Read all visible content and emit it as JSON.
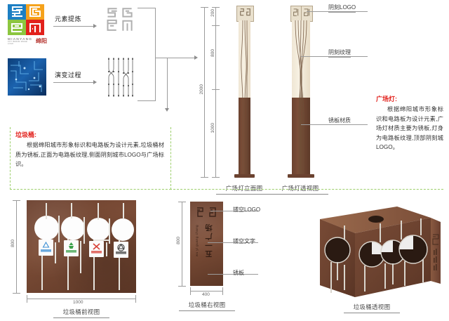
{
  "diagram": {
    "title_bar_absent": true,
    "flow": {
      "row1": {
        "arrow_label": "元素提炼",
        "source_icon": "sgem-color-logo",
        "result_icon": "sgem-gray-logo"
      },
      "row2": {
        "arrow_label": "演变过程",
        "source_icon": "circuit-board-image",
        "result_icon": "circuit-line-pattern"
      }
    },
    "logo": {
      "letters": [
        "S",
        "G",
        "e",
        "m"
      ],
      "colors": {
        "s": "#1d7fc3",
        "g": "#f5a21c",
        "e": "#8cc63f",
        "m": "#e2211c"
      },
      "wordmark_latin": "MIANYANG",
      "wordmark_sub": "CITY BRAND IMAGE LOGO",
      "wordmark_cn": "绵阳"
    }
  },
  "lamp": {
    "dimensions": {
      "total": "2000",
      "seg_top": "200",
      "seg_mid": "800",
      "seg_bottom": "1000"
    },
    "captions": {
      "elevation": "广场灯立面图",
      "perspective": "广场灯透视图"
    },
    "callouts": [
      {
        "text": "阴刻LOGO"
      },
      {
        "text": "阴刻纹理"
      },
      {
        "text": "锈板材质"
      }
    ]
  },
  "notes": {
    "bin": {
      "title": "垃圾桶:",
      "body": "根据绵阳城市形象标识和电路板为设计元素,垃圾桶材质为锈板,正面为电路板纹理,侧面阴刻城市LOGO与广场标识。"
    },
    "lamp": {
      "title": "广场灯:",
      "body": "根据绵阳城市形象标识和电路板为设计元素,广场灯材质主要为锈板,灯身为电路板纹理,顶部阴刻城LOGO。"
    }
  },
  "bin_front": {
    "caption": "垃圾桶前视图",
    "dim_height": "800",
    "dim_width": "1000",
    "bin_labels": [
      {
        "name": "recyclable",
        "color": "#3b8fd4"
      },
      {
        "name": "kitchen-waste",
        "color": "#3aa04a"
      },
      {
        "name": "hazardous-waste",
        "color": "#d8433a"
      },
      {
        "name": "other-waste",
        "color": "#3b3b3b"
      }
    ]
  },
  "bin_side": {
    "caption": "垃圾桶右视图",
    "dim_height": "800",
    "dim_width": "400",
    "vertical_text_cn": "五一广场",
    "vertical_text_en": "wu yi guang chang",
    "callouts": [
      {
        "text": "镂空LOGO"
      },
      {
        "text": "镂空文字"
      },
      {
        "text": "锈板"
      }
    ]
  },
  "bin_persp": {
    "caption": "垃圾桶透视图"
  }
}
